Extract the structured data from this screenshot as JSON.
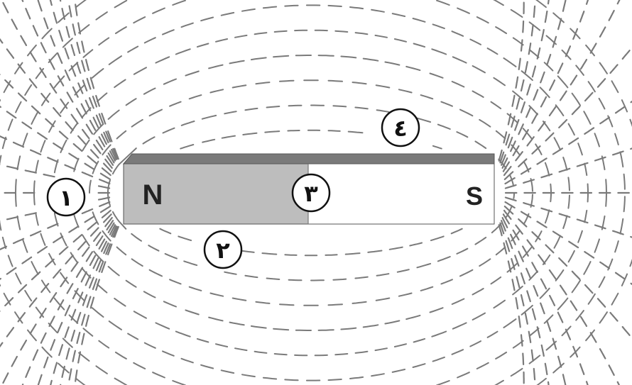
{
  "diagram": {
    "magnet": {
      "north_label": "N",
      "south_label": "S",
      "north_color": "#bdbdbd",
      "south_color": "#ffffff",
      "top_edge_color": "#7a7a7a",
      "outline_color": "#555555"
    },
    "field_line_color": "#7a7a7a",
    "markers": [
      {
        "id": "1",
        "label": "١"
      },
      {
        "id": "2",
        "label": "٢"
      },
      {
        "id": "3",
        "label": "٣"
      },
      {
        "id": "4",
        "label": "٤"
      }
    ]
  }
}
